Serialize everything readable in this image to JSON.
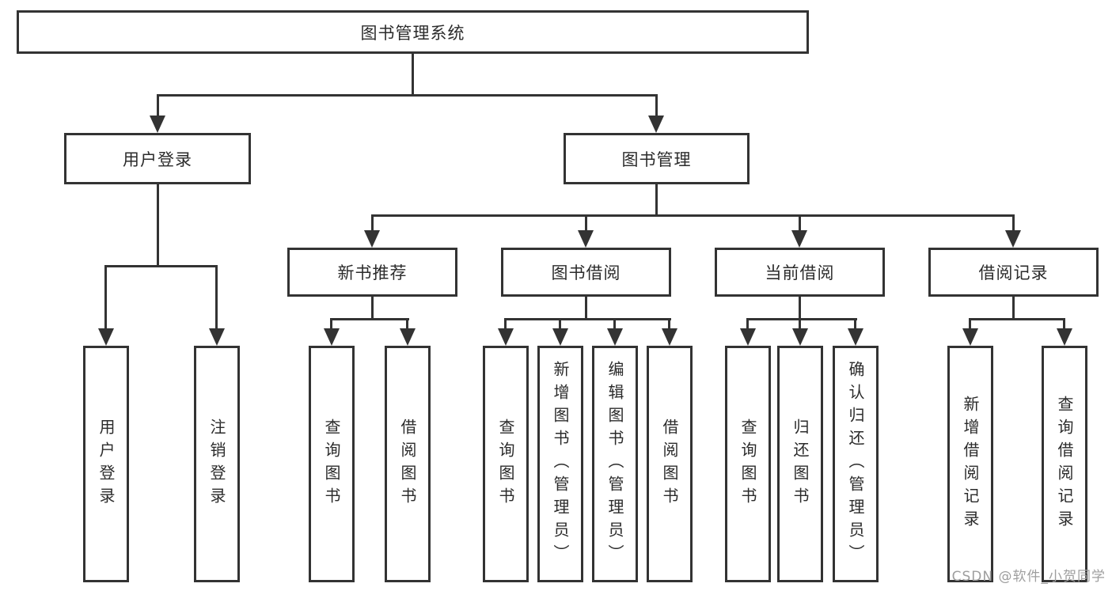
{
  "watermark": "CSDN @软件_小贺同学",
  "colors": {
    "line": "#333333",
    "text": "#2b2b2b",
    "watermark": "#9e9e9e",
    "background": "#ffffff"
  },
  "tree": {
    "root": {
      "label": "图书管理系统"
    },
    "branches": [
      {
        "label": "用户登录",
        "children": [
          {
            "label": "用户登录"
          },
          {
            "label": "注销登录"
          }
        ]
      },
      {
        "label": "图书管理",
        "children": [
          {
            "label": "新书推荐",
            "children": [
              {
                "label": "查询图书"
              },
              {
                "label": "借阅图书"
              }
            ]
          },
          {
            "label": "图书借阅",
            "children": [
              {
                "label": "查询图书"
              },
              {
                "label": "新增图书（管理员）"
              },
              {
                "label": "编辑图书（管理员）"
              },
              {
                "label": "借阅图书"
              }
            ]
          },
          {
            "label": "当前借阅",
            "children": [
              {
                "label": "查询图书"
              },
              {
                "label": "归还图书"
              },
              {
                "label": "确认归还（管理员）"
              }
            ]
          },
          {
            "label": "借阅记录",
            "children": [
              {
                "label": "新增借阅记录"
              },
              {
                "label": "查询借阅记录"
              }
            ]
          }
        ]
      }
    ]
  }
}
